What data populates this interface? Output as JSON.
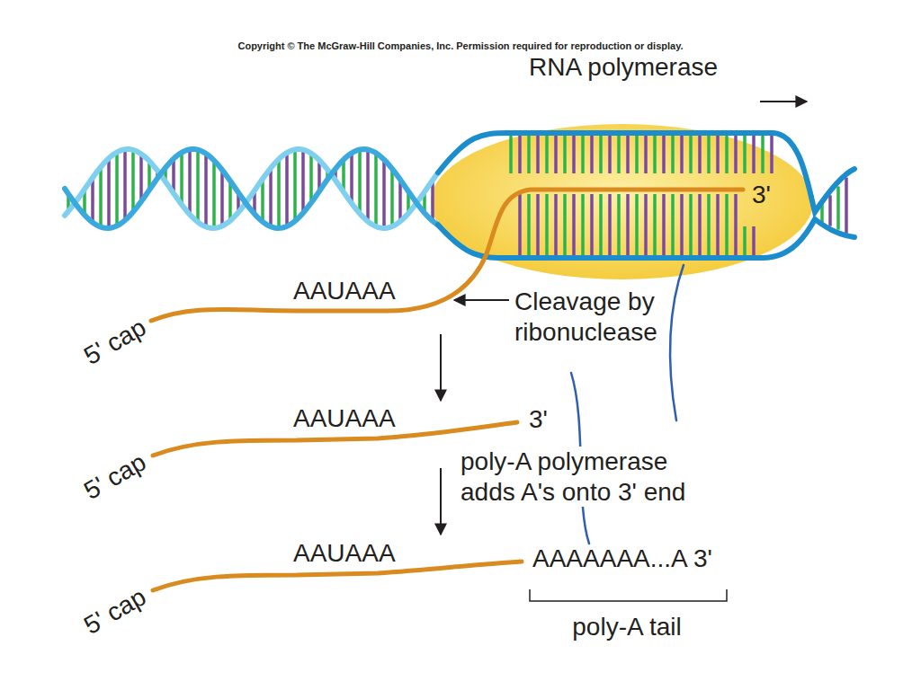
{
  "diagram": {
    "nodes": [
      {
        "text": [
          "RNA polymerase",
          "3'"
        ]
      }
    ],
    "labels": [
      "Copyright © The McGraw-Hill Companies, Inc. Permission required for reproduction or display.",
      "AAUAAA",
      "Cleavage by ribonuclease",
      "5' cap",
      "AAUAAA",
      "3'",
      "poly-A polymerase adds A's onto 3' end",
      "5' cap",
      "AAUAAA",
      "AAAAAAA...A 3'",
      "5' cap",
      "poly-A tail"
    ]
  }
}
